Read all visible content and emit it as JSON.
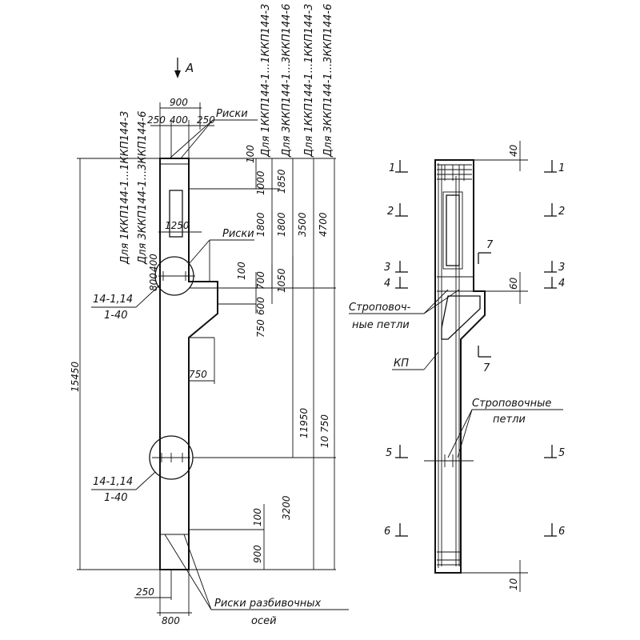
{
  "view": {
    "arrow_label": "A",
    "top_dims": [
      "900",
      "250",
      "400",
      "250"
    ],
    "column_labels": [
      "Для 1ККП144-1...1ККП144-3",
      "Для 3ККП144-1...3ККП144-6",
      "Для 1ККП144-1...1ККП144-3",
      "Для 3ККП144-1...3ККП144-6"
    ],
    "left_labels": [
      "Для 1ККП144-1...1ККП144-3",
      "Для 3ККП144-1...3ККП144-6"
    ],
    "riski_label_1": "Риски",
    "riski_label_2": "Риски",
    "axis_marks_label_1": "Риски разбивочных",
    "axis_marks_label_2": "осей",
    "ref_top_a": "14-1,14",
    "ref_top_b": "1-40",
    "ref_bot_a": "14-1,14",
    "ref_bot_b": "1-40",
    "dims": {
      "d100a": "100",
      "d1000": "1000",
      "d1850": "1850",
      "d1800a": "1800",
      "d1800b": "1800",
      "d3500": "3500",
      "d4700": "4700",
      "d1250": "1250",
      "d400": "400",
      "d800a": "800",
      "d100b": "100",
      "d700": "700",
      "d1050": "1050",
      "d600": "600",
      "d750a": "750",
      "d750b": "750",
      "d15450": "15450",
      "d11950": "11950",
      "d10750": "10 750",
      "d3200": "3200",
      "d100c": "100",
      "d900": "900",
      "d250": "250",
      "d800b": "800"
    }
  },
  "section": {
    "cuts": [
      "1",
      "1",
      "2",
      "2",
      "3",
      "3",
      "4",
      "4",
      "5",
      "5",
      "6",
      "6"
    ],
    "cut7_top": "7",
    "cut7_bot": "7",
    "d40": "40",
    "d60": "60",
    "d10": "10",
    "loops_label_1": "Строповоч-",
    "loops_label_2": "ные петли",
    "kp_label": "КП",
    "loops2_label_1": "Строповочные",
    "loops2_label_2": "петли"
  }
}
